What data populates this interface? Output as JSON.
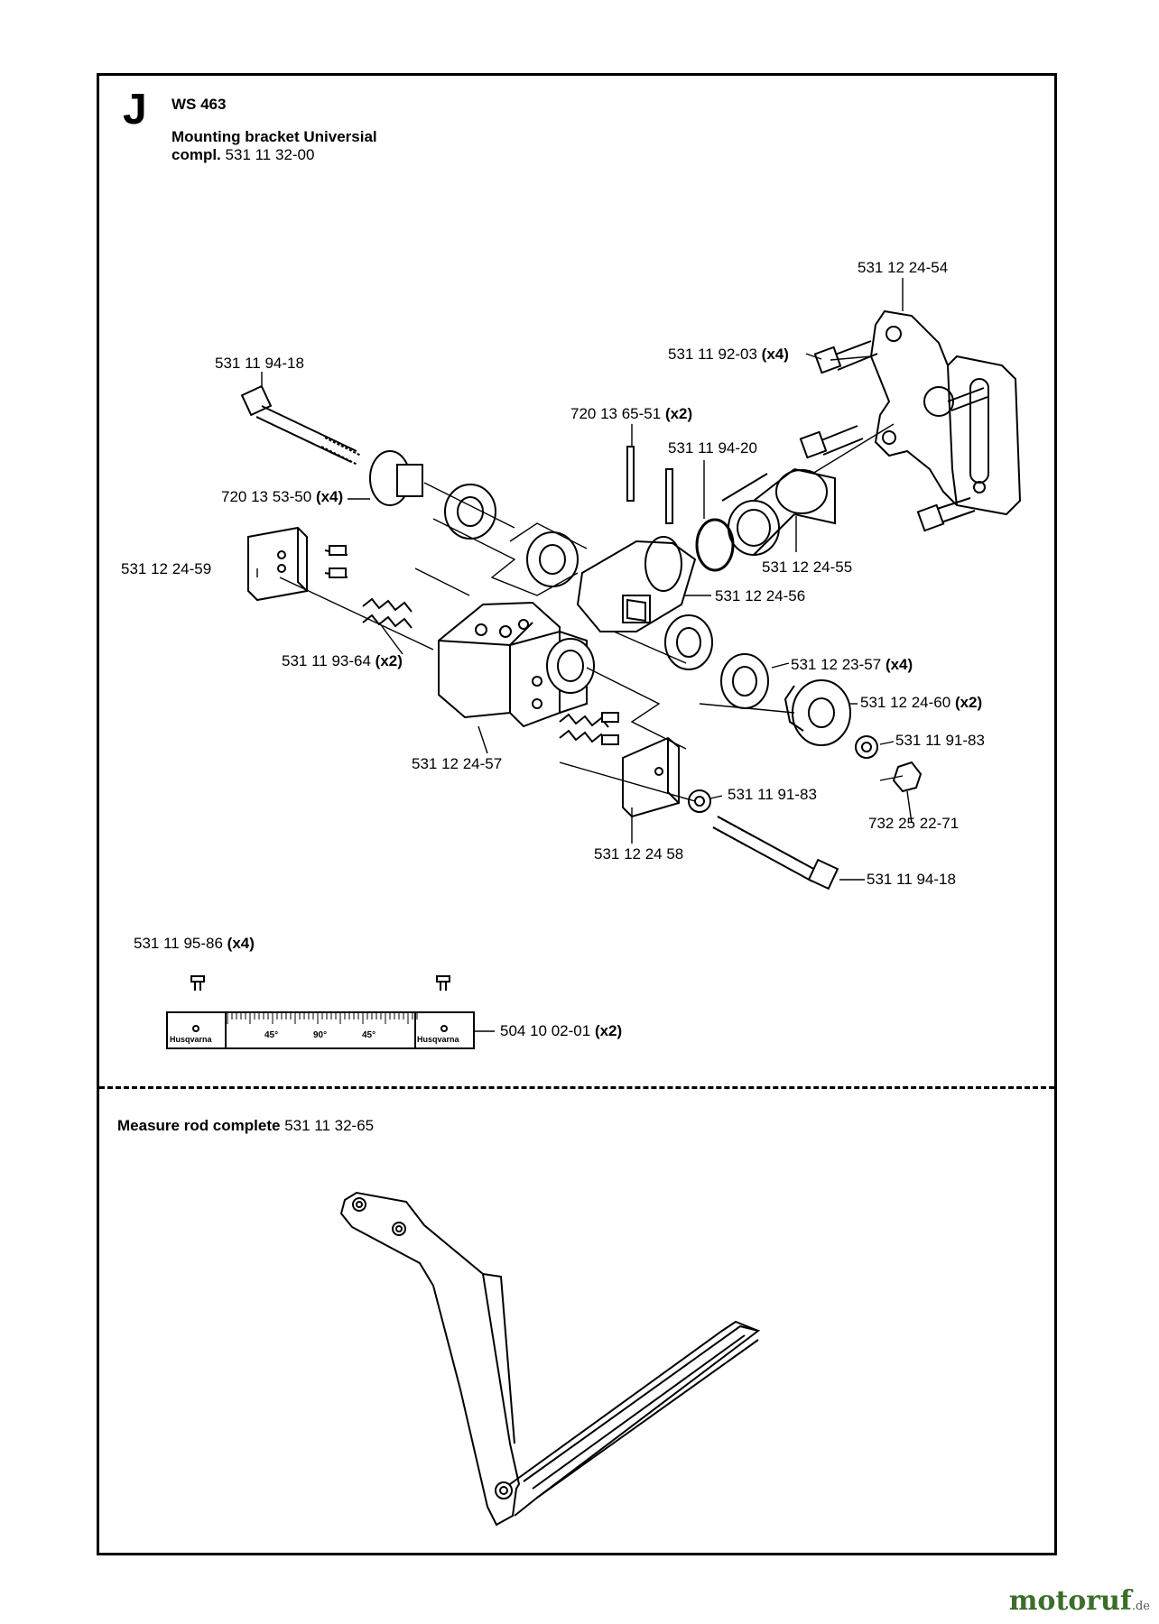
{
  "header": {
    "section_letter": "J",
    "model": "WS 463",
    "title_line1": "Mounting bracket Universial",
    "title_line2_bold": "compl.",
    "title_line2_number": "531 11 32-00"
  },
  "parts": [
    {
      "id": "p1",
      "number": "531 12 24-54",
      "qty": ""
    },
    {
      "id": "p2",
      "number": "531 11 92-03",
      "qty": "(x4)"
    },
    {
      "id": "p3",
      "number": "531 11 94-18",
      "qty": ""
    },
    {
      "id": "p4",
      "number": "720 13 65-51",
      "qty": "(x2)"
    },
    {
      "id": "p5",
      "number": "531 11 94-20",
      "qty": ""
    },
    {
      "id": "p6",
      "number": "720 13 53-50",
      "qty": "(x4)"
    },
    {
      "id": "p7",
      "number": "531 12 24-55",
      "qty": ""
    },
    {
      "id": "p8",
      "number": "531 12 24-59",
      "qty": ""
    },
    {
      "id": "p9",
      "number": "531 12 24-56",
      "qty": ""
    },
    {
      "id": "p10",
      "number": "531 11 93-64",
      "qty": "(x2)"
    },
    {
      "id": "p11",
      "number": "531 12 23-57",
      "qty": "(x4)"
    },
    {
      "id": "p12",
      "number": "531 12 24-60",
      "qty": "(x2)"
    },
    {
      "id": "p13",
      "number": "531 11 91-83",
      "qty": ""
    },
    {
      "id": "p14",
      "number": "531 12 24-57",
      "qty": ""
    },
    {
      "id": "p15",
      "number": "531 11 91-83",
      "qty": ""
    },
    {
      "id": "p16",
      "number": "732 25 22-71",
      "qty": ""
    },
    {
      "id": "p17",
      "number": "531 12 24 58",
      "qty": ""
    },
    {
      "id": "p18",
      "number": "531 11 94-18",
      "qty": ""
    },
    {
      "id": "p19",
      "number": "531 11 95-86",
      "qty": "(x4)"
    },
    {
      "id": "p20",
      "number": "504 10 02-01",
      "qty": "(x2)"
    }
  ],
  "scale": {
    "brand": "Husqvarna",
    "mark_left": "45°",
    "mark_center": "90°",
    "mark_right": "45°"
  },
  "measure_rod": {
    "title_bold": "Measure rod complete",
    "number": "531 11 32-65"
  },
  "watermark": {
    "name": "motoruf",
    "tld": ".de"
  }
}
